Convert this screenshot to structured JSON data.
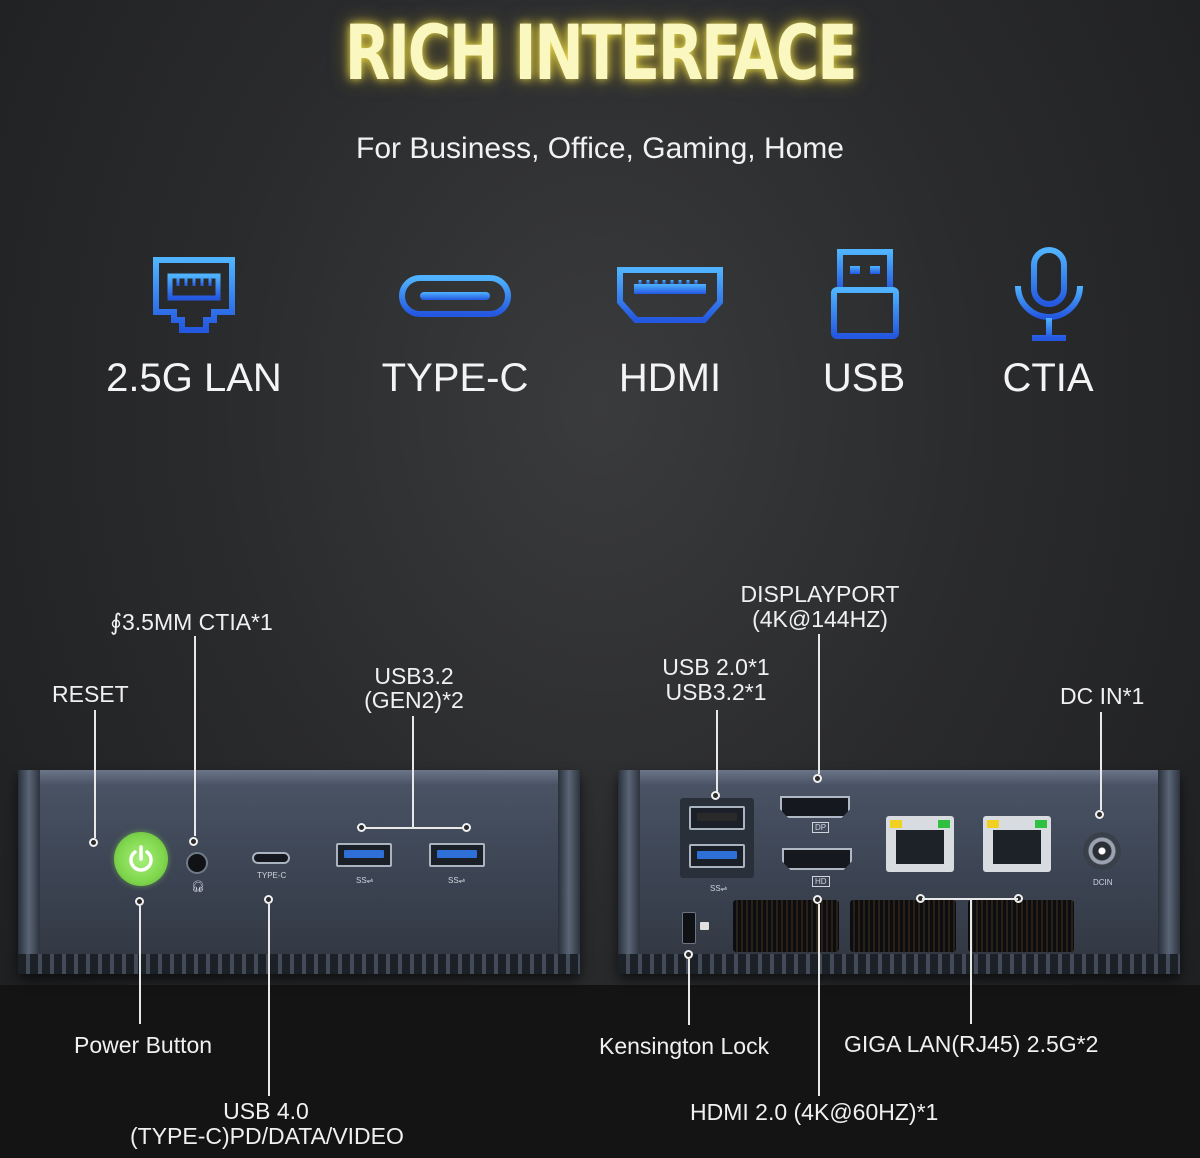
{
  "header": {
    "title": "RICH INTERFACE",
    "subtitle": "For Business, Office, Gaming, Home"
  },
  "icons": [
    {
      "label": "2.5G LAN",
      "icon": "ethernet-icon"
    },
    {
      "label": "TYPE-C",
      "icon": "usb-c-icon"
    },
    {
      "label": "HDMI",
      "icon": "hdmi-icon"
    },
    {
      "label": "USB",
      "icon": "usb-icon"
    },
    {
      "label": "CTIA",
      "icon": "microphone-icon"
    }
  ],
  "colors": {
    "icon_blue": "#2f8ff0",
    "title_glow": "#f5ee60",
    "power_green": "#7fd64c"
  },
  "front_callouts": {
    "reset": "RESET",
    "audio": "∮3.5MM CTIA*1",
    "usb32_line1": "USB3.2",
    "usb32_line2": "(GEN2)*2",
    "power": "Power Button",
    "usb4_line1": "USB 4.0",
    "usb4_line2": "(TYPE-C)PD/DATA/VIDEO"
  },
  "rear_callouts": {
    "displayport_line1": "DISPLAYPORT",
    "displayport_line2": "(4K@144HZ)",
    "usb_line1": "USB 2.0*1",
    "usb_line2": "USB3.2*1",
    "dcin": "DC IN*1",
    "kensington": "Kensington Lock",
    "lan": "GIGA LAN(RJ45) 2.5G*2",
    "hdmi": "HDMI 2.0 (4K@60HZ)*1"
  },
  "device_marks": {
    "typec": "TYPE-C",
    "ss1": "SS⇌",
    "ss2": "SS⇌",
    "ss3": "SS⇌",
    "dp": "DP",
    "hd": "HD",
    "dcin": "DCIN"
  }
}
